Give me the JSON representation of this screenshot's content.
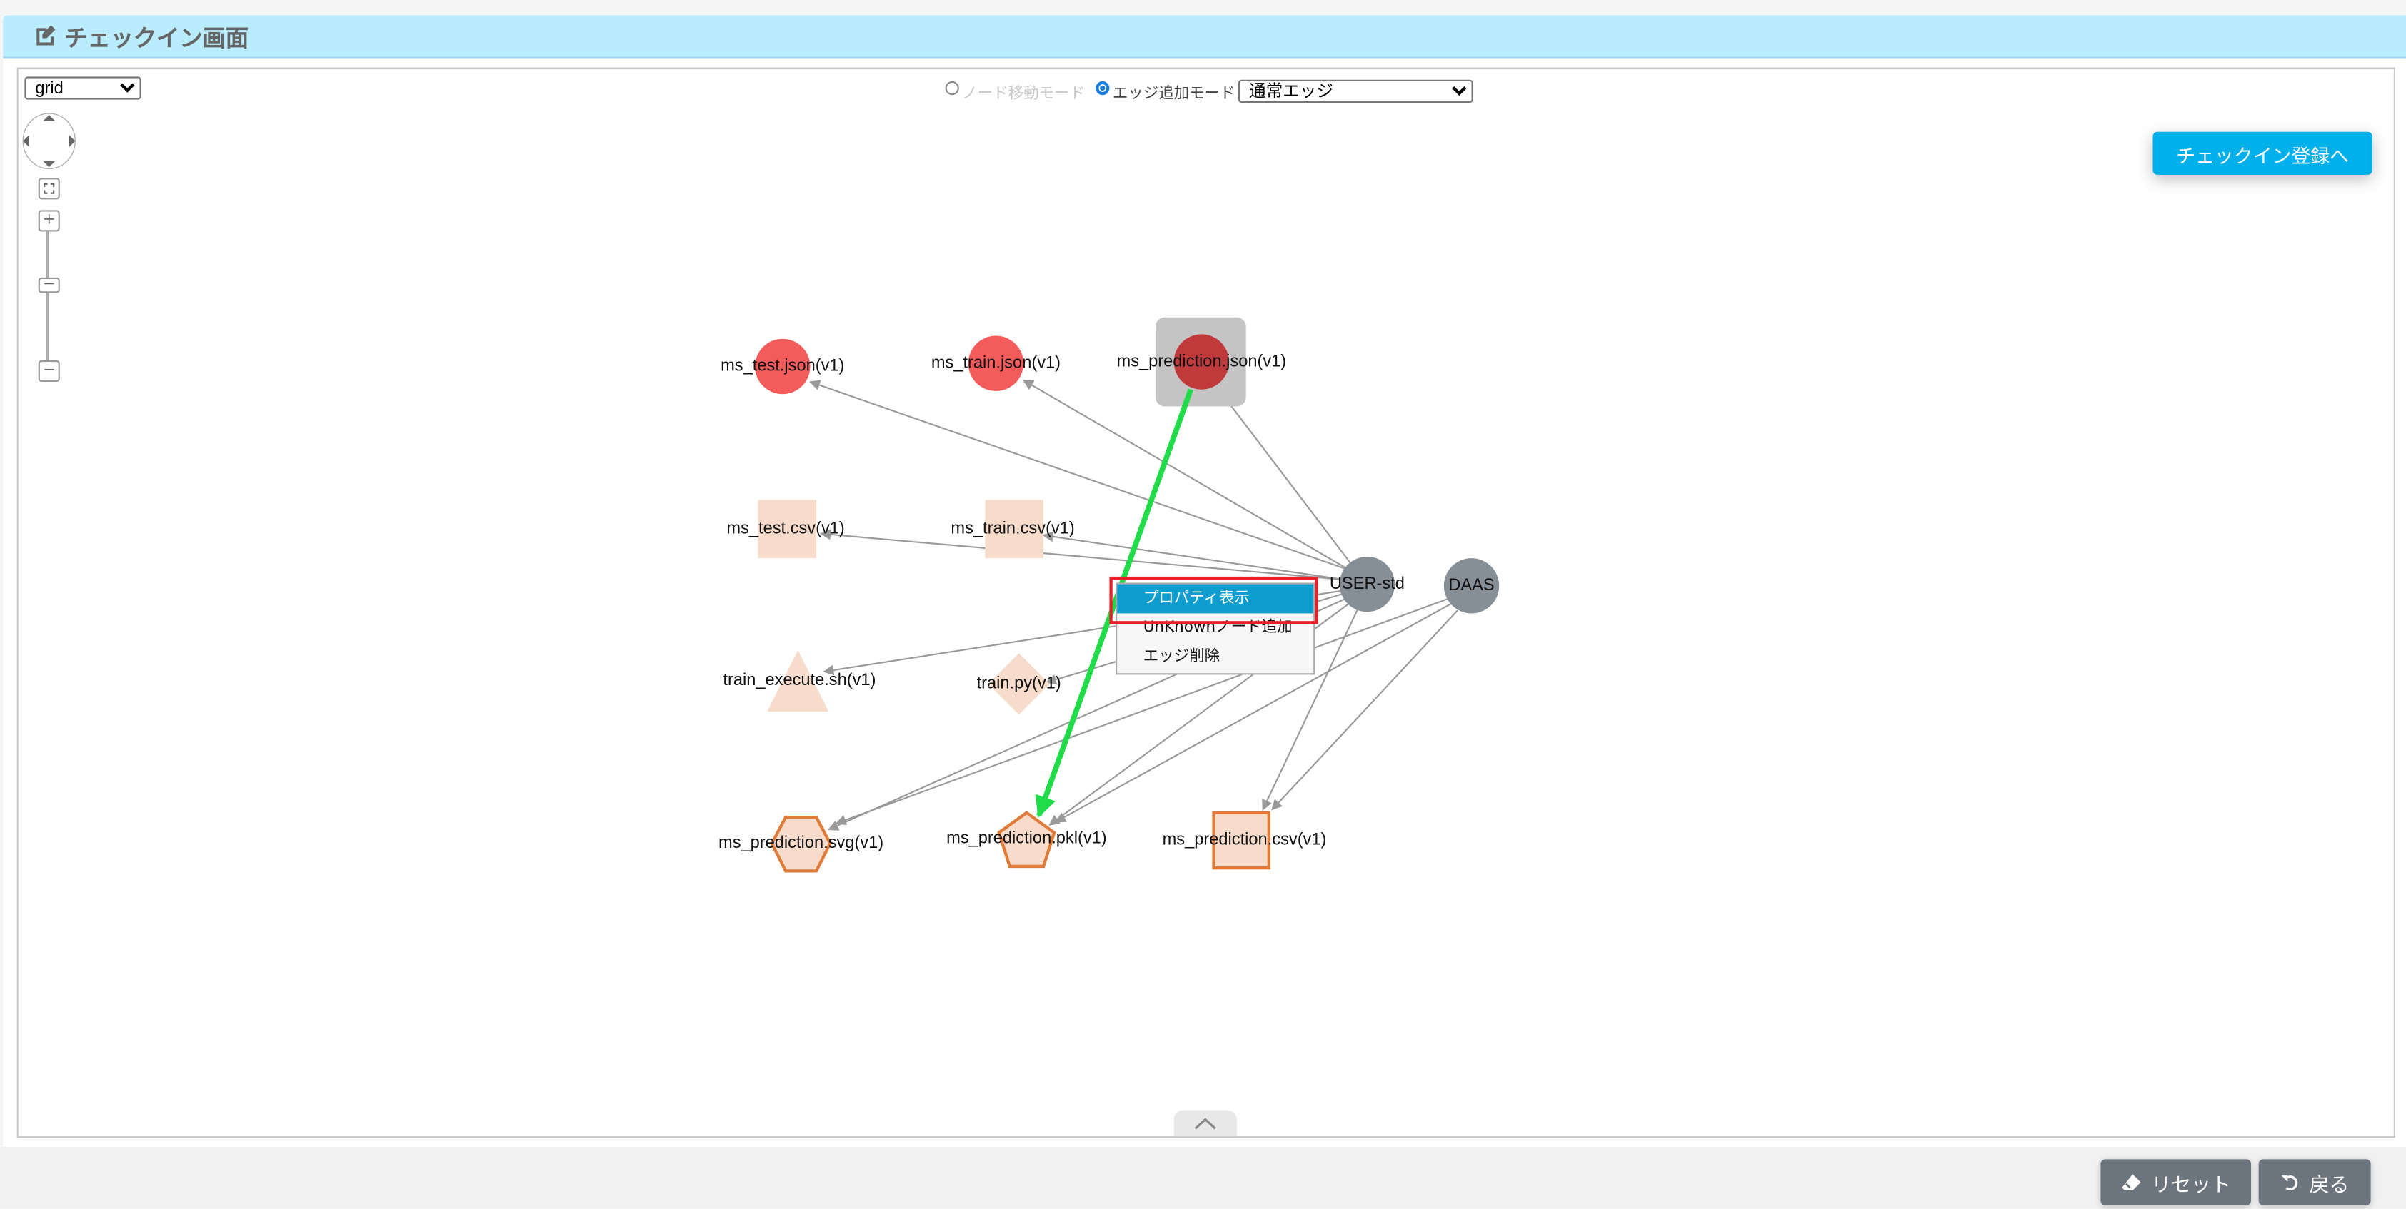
{
  "header": {
    "title": "チェックイン画面",
    "icon": "edit-icon"
  },
  "toolbar": {
    "layout_select": "grid",
    "mode_node_move": "ノード移動モード",
    "mode_edge_add": "エッジ追加モード",
    "selected_mode": "edge_add",
    "edge_type_select": "通常エッジ",
    "checkin_button": "チェックイン登録へ"
  },
  "graph": {
    "nodes": {
      "ms_test_json": "ms_test.json(v1)",
      "ms_train_json": "ms_train.json(v1)",
      "ms_prediction_json": "ms_prediction.json(v1)",
      "ms_test_csv": "ms_test.csv(v1)",
      "ms_train_csv": "ms_train.csv(v1)",
      "train_execute_sh": "train_execute.sh(v1)",
      "train_py": "train.py(v1)",
      "user_std": "USER-std",
      "daas": "DAAS",
      "ms_prediction_svg": "ms_prediction.svg(v1)",
      "ms_prediction_pkl": "ms_prediction.pkl(v1)",
      "ms_prediction_csv": "ms_prediction.csv(v1)"
    },
    "colors": {
      "json": "#f45b5b",
      "selected_json": "#c0393b",
      "file": "#f7dccb",
      "output_stroke": "#e07b39",
      "agent": "#868e96",
      "new_edge": "#1fdc48",
      "edge": "#999999"
    }
  },
  "context_menu": {
    "items": [
      "プロパティ表示",
      "UnKnownノード追加",
      "エッジ削除"
    ],
    "highlighted": 0
  },
  "footer": {
    "reset": "リセット",
    "back": "戻る"
  }
}
